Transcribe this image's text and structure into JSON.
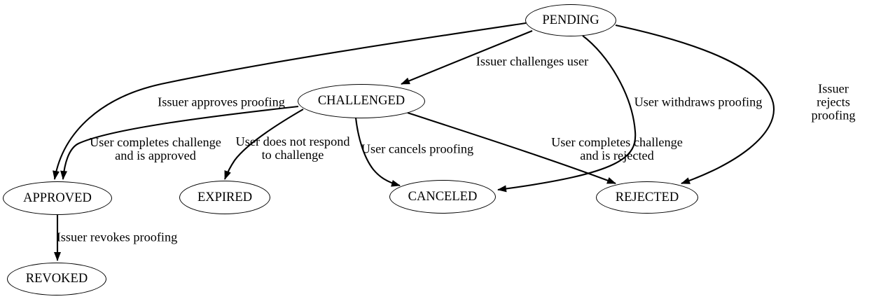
{
  "diagram": {
    "type": "state-transition-graph",
    "background_color": "#ffffff",
    "stroke_color": "#000000",
    "text_color": "#000000",
    "node_fill_color": "#ffffff",
    "nodes": [
      {
        "id": "pending",
        "label": "PENDING"
      },
      {
        "id": "challenged",
        "label": "CHALLENGED"
      },
      {
        "id": "approved",
        "label": "APPROVED"
      },
      {
        "id": "expired",
        "label": "EXPIRED"
      },
      {
        "id": "canceled",
        "label": "CANCELED"
      },
      {
        "id": "rejected",
        "label": "REJECTED"
      },
      {
        "id": "revoked",
        "label": "REVOKED"
      }
    ],
    "edges": [
      {
        "from": "PENDING",
        "to": "CHALLENGED",
        "label": "Issuer challenges user"
      },
      {
        "from": "PENDING",
        "to": "APPROVED",
        "label": "Issuer approves proofing"
      },
      {
        "from": "PENDING",
        "to": "CANCELED",
        "label": "User withdraws proofing"
      },
      {
        "from": "PENDING",
        "to": "REJECTED",
        "label": "Issuer rejects proofing"
      },
      {
        "from": "CHALLENGED",
        "to": "APPROVED",
        "label": "User completes challenge\nand is approved"
      },
      {
        "from": "CHALLENGED",
        "to": "EXPIRED",
        "label": "User does not respond\nto challenge"
      },
      {
        "from": "CHALLENGED",
        "to": "CANCELED",
        "label": "User cancels proofing"
      },
      {
        "from": "CHALLENGED",
        "to": "REJECTED",
        "label": "User completes challenge\nand is rejected"
      },
      {
        "from": "APPROVED",
        "to": "REVOKED",
        "label": "Issuer revokes proofing"
      }
    ]
  }
}
